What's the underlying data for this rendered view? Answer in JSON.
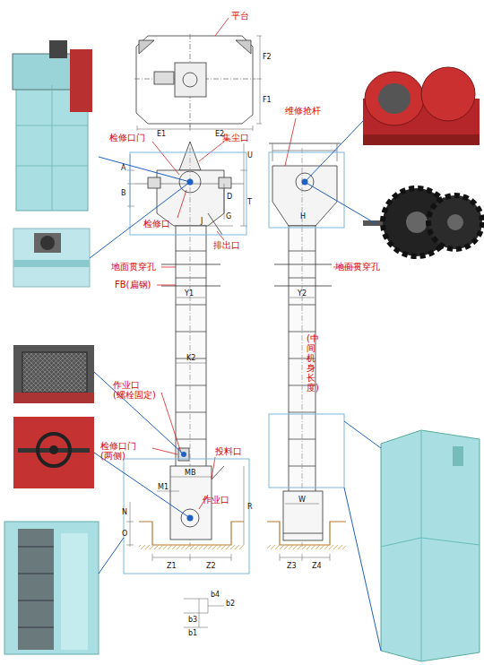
{
  "diagram": {
    "labels": [
      "平台",
      "F2",
      "F1",
      "E1",
      "E2",
      "检修口门",
      "集尘口",
      "A",
      "B",
      "U",
      "D",
      "T",
      "G",
      "J",
      "检修口",
      "排出口",
      "维修抢杆",
      "H",
      "地面贯穿孔",
      "地面贯穿孔",
      "FB(扁钢)",
      "Y1",
      "Y2",
      "K2",
      "(中间机身长度)",
      "作业口 (螺栓固定)",
      "检修口门 (两侧)",
      "MB",
      "投料口",
      "M1",
      "作业口",
      "N",
      "O",
      "R",
      "Z1",
      "Z2",
      "Z3",
      "Z4",
      "W",
      "b4",
      "b2",
      "b3",
      "b1"
    ]
  }
}
